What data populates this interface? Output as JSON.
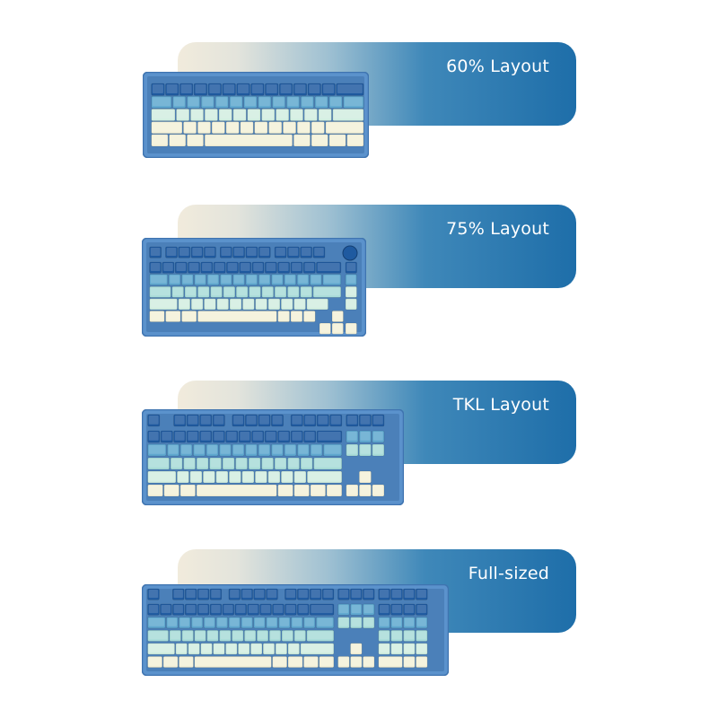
{
  "panels": [
    {
      "label": "60% Layout"
    },
    {
      "label": "75% Layout"
    },
    {
      "label": "TKL Layout"
    },
    {
      "label": "Full-sized"
    }
  ],
  "colors": {
    "case": "#5b92cc",
    "case_edge": "#3f74b0",
    "key_dark": "#1f5aa0",
    "key_mid": "#5fa8cf",
    "key_teal": "#a9dcd8",
    "key_mint": "#d2eee0",
    "key_cream": "#f4f1d8",
    "card_start": "#f1ebdc",
    "card_end": "#1e6ea9"
  }
}
